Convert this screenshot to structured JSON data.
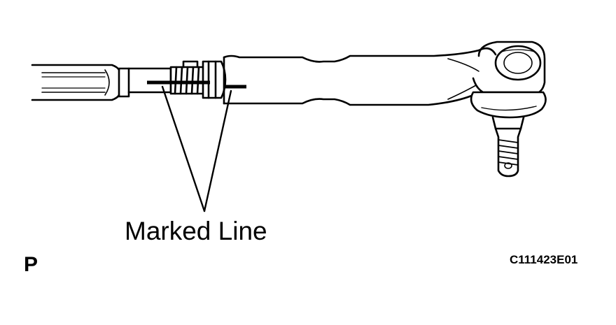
{
  "diagram": {
    "callout_label": "Marked Line",
    "view_letter": "P",
    "figure_code": "C111423E01",
    "colors": {
      "line": "#000000",
      "background": "#ffffff"
    }
  }
}
